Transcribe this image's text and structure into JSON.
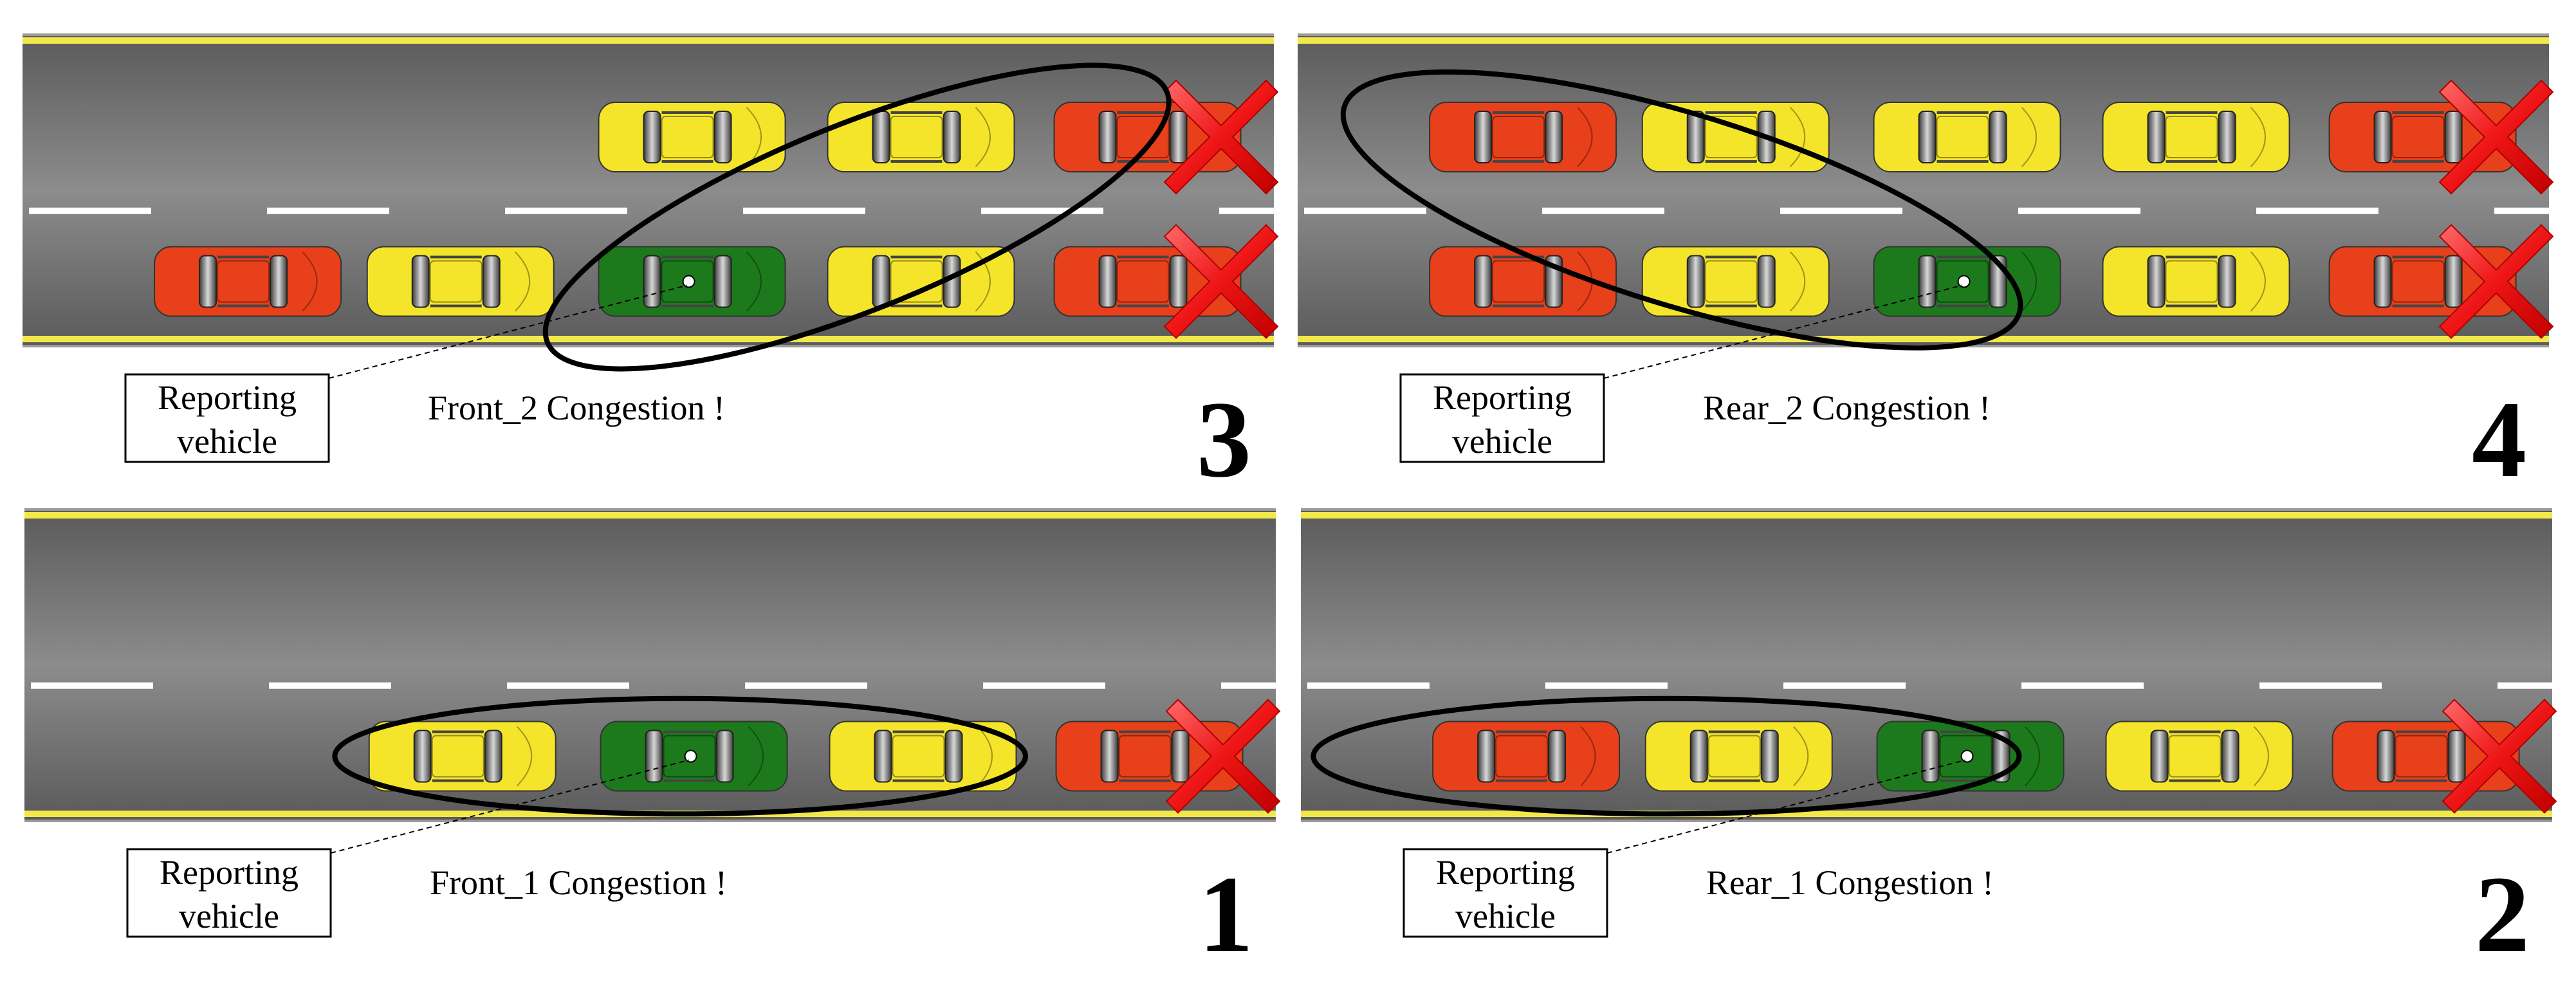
{
  "panels": [
    {
      "number": "3",
      "caption": "Front_2 Congestion !",
      "reporter_label_line1": "Reporting",
      "reporter_label_line2": "vehicle",
      "lanes": [
        [
          "empty",
          "empty",
          "yellow",
          "yellow",
          "red"
        ],
        [
          "red",
          "yellow",
          "green",
          "yellow",
          "red"
        ]
      ],
      "blocked_lanes": [
        true,
        true
      ]
    },
    {
      "number": "4",
      "caption": "Rear_2 Congestion !",
      "reporter_label_line1": "Reporting",
      "reporter_label_line2": "vehicle",
      "lanes": [
        [
          "red",
          "yellow",
          "yellow",
          "yellow",
          "red"
        ],
        [
          "red",
          "yellow",
          "green",
          "yellow",
          "red"
        ]
      ],
      "blocked_lanes": [
        true,
        true
      ]
    },
    {
      "number": "1",
      "caption": "Front_1 Congestion !",
      "reporter_label_line1": "Reporting",
      "reporter_label_line2": "vehicle",
      "lanes": [
        [
          "empty",
          "empty",
          "empty",
          "empty",
          "empty"
        ],
        [
          "empty",
          "yellow",
          "green",
          "yellow",
          "red"
        ]
      ],
      "blocked_lanes": [
        false,
        true
      ]
    },
    {
      "number": "2",
      "caption": "Rear_1 Congestion !",
      "reporter_label_line1": "Reporting",
      "reporter_label_line2": "vehicle",
      "lanes": [
        [
          "empty",
          "empty",
          "empty",
          "empty",
          "empty"
        ],
        [
          "red",
          "yellow",
          "green",
          "yellow",
          "red"
        ]
      ],
      "blocked_lanes": [
        false,
        true
      ]
    }
  ],
  "colors": {
    "road": "#6a6a6a",
    "road_edge_line": "#f2e84a",
    "lane_dash": "#ffffff",
    "car_red": "#e8401a",
    "car_yellow": "#f4e52a",
    "car_green": "#1c7a1c",
    "block_cross": "#f01818",
    "ellipse": "#000000"
  },
  "icons": {
    "blocked": "red-x-icon",
    "reporting": "reporting-dot-icon"
  }
}
